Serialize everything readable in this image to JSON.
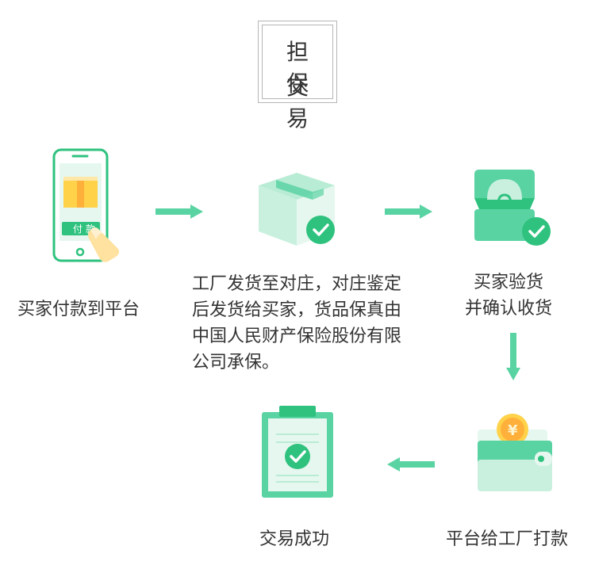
{
  "title": {
    "line1": "担 保",
    "line2": "交 易"
  },
  "steps": {
    "pay": {
      "label": "买家付款到平台",
      "phone_button": "付 款"
    },
    "ship": {
      "lines": [
        "工厂发货至对庄，对庄鉴定",
        "后发货给买家，货品保真由",
        "中国人民财产保险股份有限",
        "公司承保。"
      ]
    },
    "inspect": {
      "line1": "买家验货",
      "line2": "并确认收货"
    },
    "payout": {
      "label": "平台给工厂打款",
      "coin_symbol": "¥"
    },
    "done": {
      "label": "交易成功"
    }
  },
  "colors": {
    "accent": "#5ad3a3",
    "accent_dark": "#2ec27e",
    "light": "#c9f0de",
    "lighter": "#e6f7ef",
    "yellow": "#ffd24a",
    "orange": "#ffb03a"
  }
}
